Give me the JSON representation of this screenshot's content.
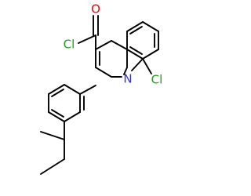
{
  "structure": {
    "atoms": {
      "oxygen": {
        "symbol": "O",
        "color": "#ff0000"
      },
      "acyl_chlorine": {
        "symbol": "Cl",
        "color": "#1fa01f"
      },
      "ring_chlorine": {
        "symbol": "Cl",
        "color": "#1fa01f"
      },
      "nitrogen": {
        "symbol": "N",
        "color": "#3030d8"
      }
    },
    "bond_color": "#000000"
  }
}
